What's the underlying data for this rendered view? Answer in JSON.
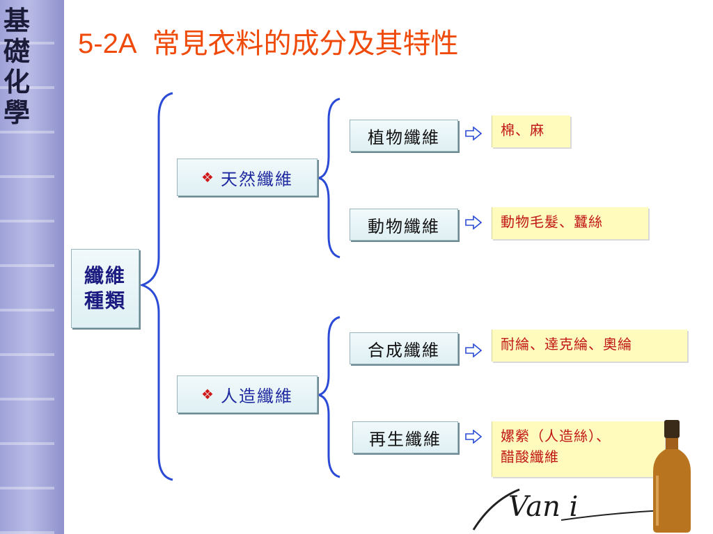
{
  "sidebar": {
    "title_chars": [
      "基",
      "礎",
      "化",
      "學"
    ]
  },
  "title": {
    "code": "5-2A",
    "text": "常見衣料的成分及其特性"
  },
  "diagram": {
    "root": {
      "line1": "纖維",
      "line2": "種類"
    },
    "natural": {
      "label": "天然纖維",
      "children": [
        {
          "label": "植物纖維",
          "note": "棉、麻"
        },
        {
          "label": "動物纖維",
          "note": "動物毛髮、蠶絲"
        }
      ]
    },
    "artificial": {
      "label": "人造纖維",
      "children": [
        {
          "label": "合成纖維",
          "note": "耐綸、達克綸、奧綸"
        },
        {
          "label": "再生纖維",
          "note_line1": "嫘縈（人造絲）、",
          "note_line2": "醋酸纖維"
        }
      ]
    }
  },
  "colors": {
    "brace": "#2b4bd6",
    "title": "#f04a0a",
    "note_text": "#c01515",
    "note_bg": "#fffbbd"
  },
  "icons": {
    "bullet": "diamond-bullet-icon",
    "arrow": "right-arrow-icon"
  },
  "logo_text": "Van i"
}
